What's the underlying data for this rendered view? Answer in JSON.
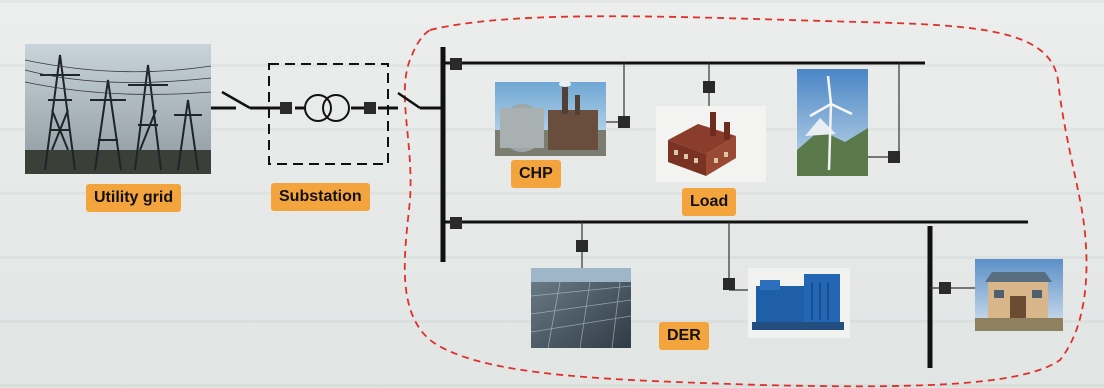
{
  "labels": {
    "utility_grid": "Utility grid",
    "substation": "Substation",
    "chp": "CHP",
    "load": "Load",
    "der": "DER"
  },
  "colors": {
    "label_bg": "#f4a43c",
    "bus_line": "#111111",
    "boundary": "#e0302a",
    "breaker": "#2a2a2a"
  },
  "icons": [
    "power-tower-icon",
    "transformer-icon",
    "chp-plant-icon",
    "load-building-icon",
    "wind-turbine-icon",
    "solar-panel-icon",
    "generator-icon",
    "house-icon"
  ]
}
